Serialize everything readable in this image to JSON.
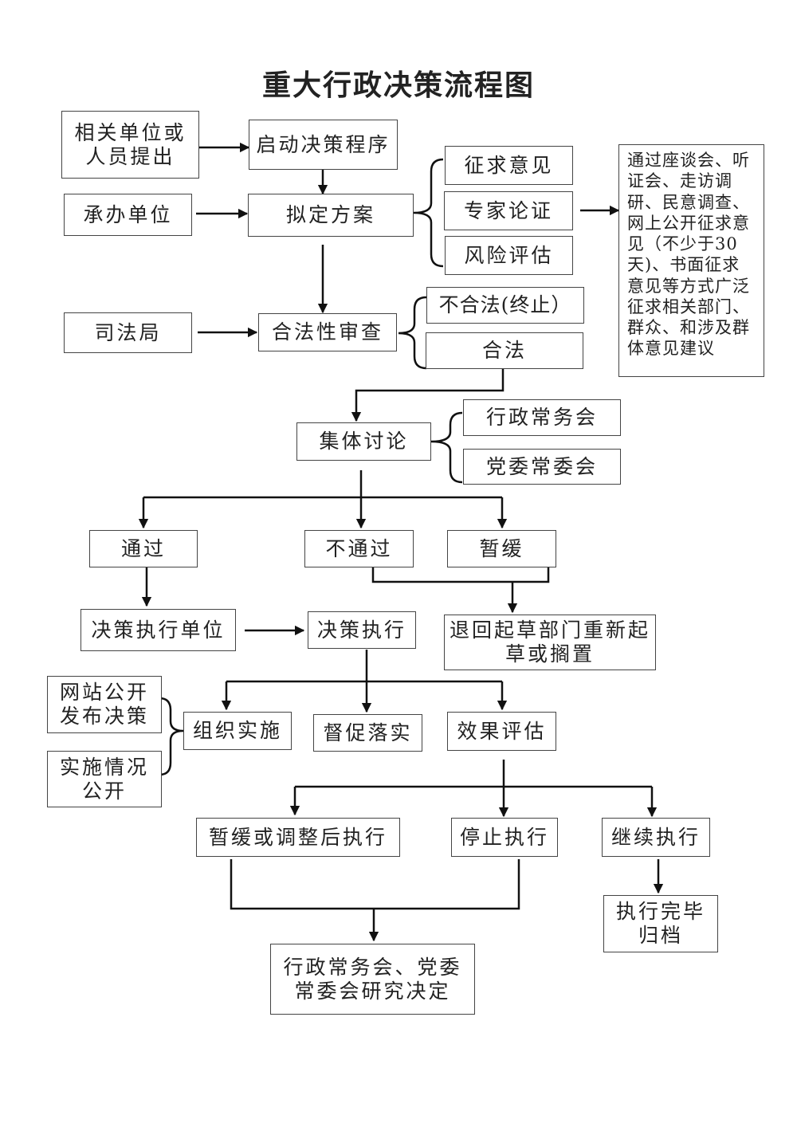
{
  "title": "重大行政决策流程图",
  "nodes": {
    "related_units": "相关单位或人员提出",
    "start_procedure": "启动决策程序",
    "undertaking_unit": "承办单位",
    "draft_plan": "拟定方案",
    "solicit_opinions": "征求意见",
    "expert_argument": "专家论证",
    "risk_assessment": "风险评估",
    "consultation_note": "通过座谈会、听证会、走访调研、民意调查、网上公开征求意见（不少于30天)、书面征求意见等方式广泛征求相关部门、群众、和涉及群体意见建议",
    "justice_bureau": "司法局",
    "legality_review": "合法性审查",
    "illegal": "不合法(终止）",
    "legal": "合法",
    "collective_discussion": "集体讨论",
    "executive_meeting": "行政常务会",
    "party_committee": "党委常委会",
    "passed": "通过",
    "not_passed": "不通过",
    "postponed": "暂缓",
    "execution_unit": "决策执行单位",
    "decision_execution": "决策执行",
    "return_redraft": "退回起草部门重新起草或搁置",
    "website_publish": "网站公开发布决策",
    "implementation_public": "实施情况公开",
    "organize_implement": "组织实施",
    "supervise": "督促落实",
    "effect_evaluation": "效果评估",
    "postpone_adjust": "暂缓或调整后执行",
    "stop_execution": "停止执行",
    "continue_execution": "继续执行",
    "archive": "执行完毕归档",
    "final_decision": "行政常务会、党委常委会研究决定"
  }
}
